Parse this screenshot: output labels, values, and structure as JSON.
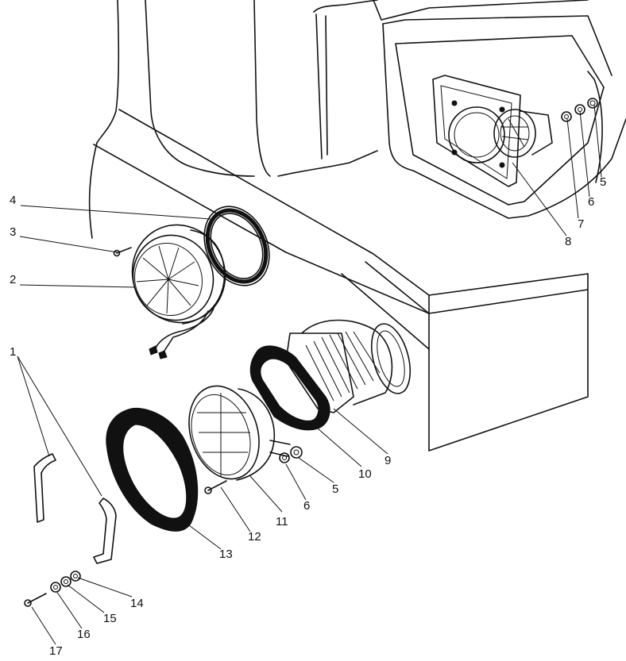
{
  "callouts": [
    {
      "id": "c1",
      "text": "1"
    },
    {
      "id": "c2",
      "text": "2"
    },
    {
      "id": "c3",
      "text": "3"
    },
    {
      "id": "c4",
      "text": "4"
    },
    {
      "id": "c5a",
      "text": "5"
    },
    {
      "id": "c6a",
      "text": "6"
    },
    {
      "id": "c7",
      "text": "7"
    },
    {
      "id": "c8",
      "text": "8"
    },
    {
      "id": "c9",
      "text": "9"
    },
    {
      "id": "c10",
      "text": "10"
    },
    {
      "id": "c11",
      "text": "11"
    },
    {
      "id": "c5b",
      "text": "5"
    },
    {
      "id": "c6b",
      "text": "6"
    },
    {
      "id": "c12",
      "text": "12"
    },
    {
      "id": "c13",
      "text": "13"
    },
    {
      "id": "c14",
      "text": "14"
    },
    {
      "id": "c15",
      "text": "15"
    },
    {
      "id": "c16",
      "text": "16"
    },
    {
      "id": "c17",
      "text": "17"
    }
  ]
}
